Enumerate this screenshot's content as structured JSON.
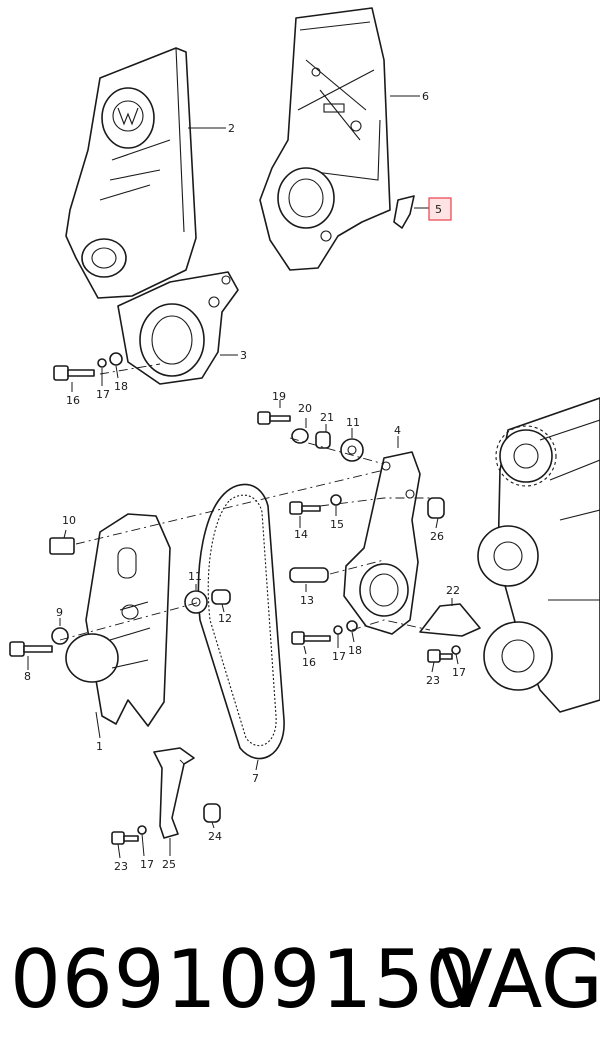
{
  "callouts": {
    "c1": "1",
    "c2": "2",
    "c3": "3",
    "c4": "4",
    "c5": "5",
    "c6": "6",
    "c7": "7",
    "c8": "8",
    "c9": "9",
    "c10": "10",
    "c11a": "11",
    "c11b": "11",
    "c12": "12",
    "c13": "13",
    "c14": "14",
    "c15": "15",
    "c16a": "16",
    "c16b": "16",
    "c17a": "17",
    "c17b": "17",
    "c17c": "17",
    "c17d": "17",
    "c18a": "18",
    "c18b": "18",
    "c19": "19",
    "c20": "20",
    "c21": "21",
    "c22": "22",
    "c23a": "23",
    "c23b": "23",
    "c24": "24",
    "c25": "25",
    "c26": "26"
  },
  "highlight": {
    "color": "#e8414b",
    "fill": "#fde3e3"
  },
  "footer": {
    "part_number": "069109150",
    "brand": "VAG"
  }
}
